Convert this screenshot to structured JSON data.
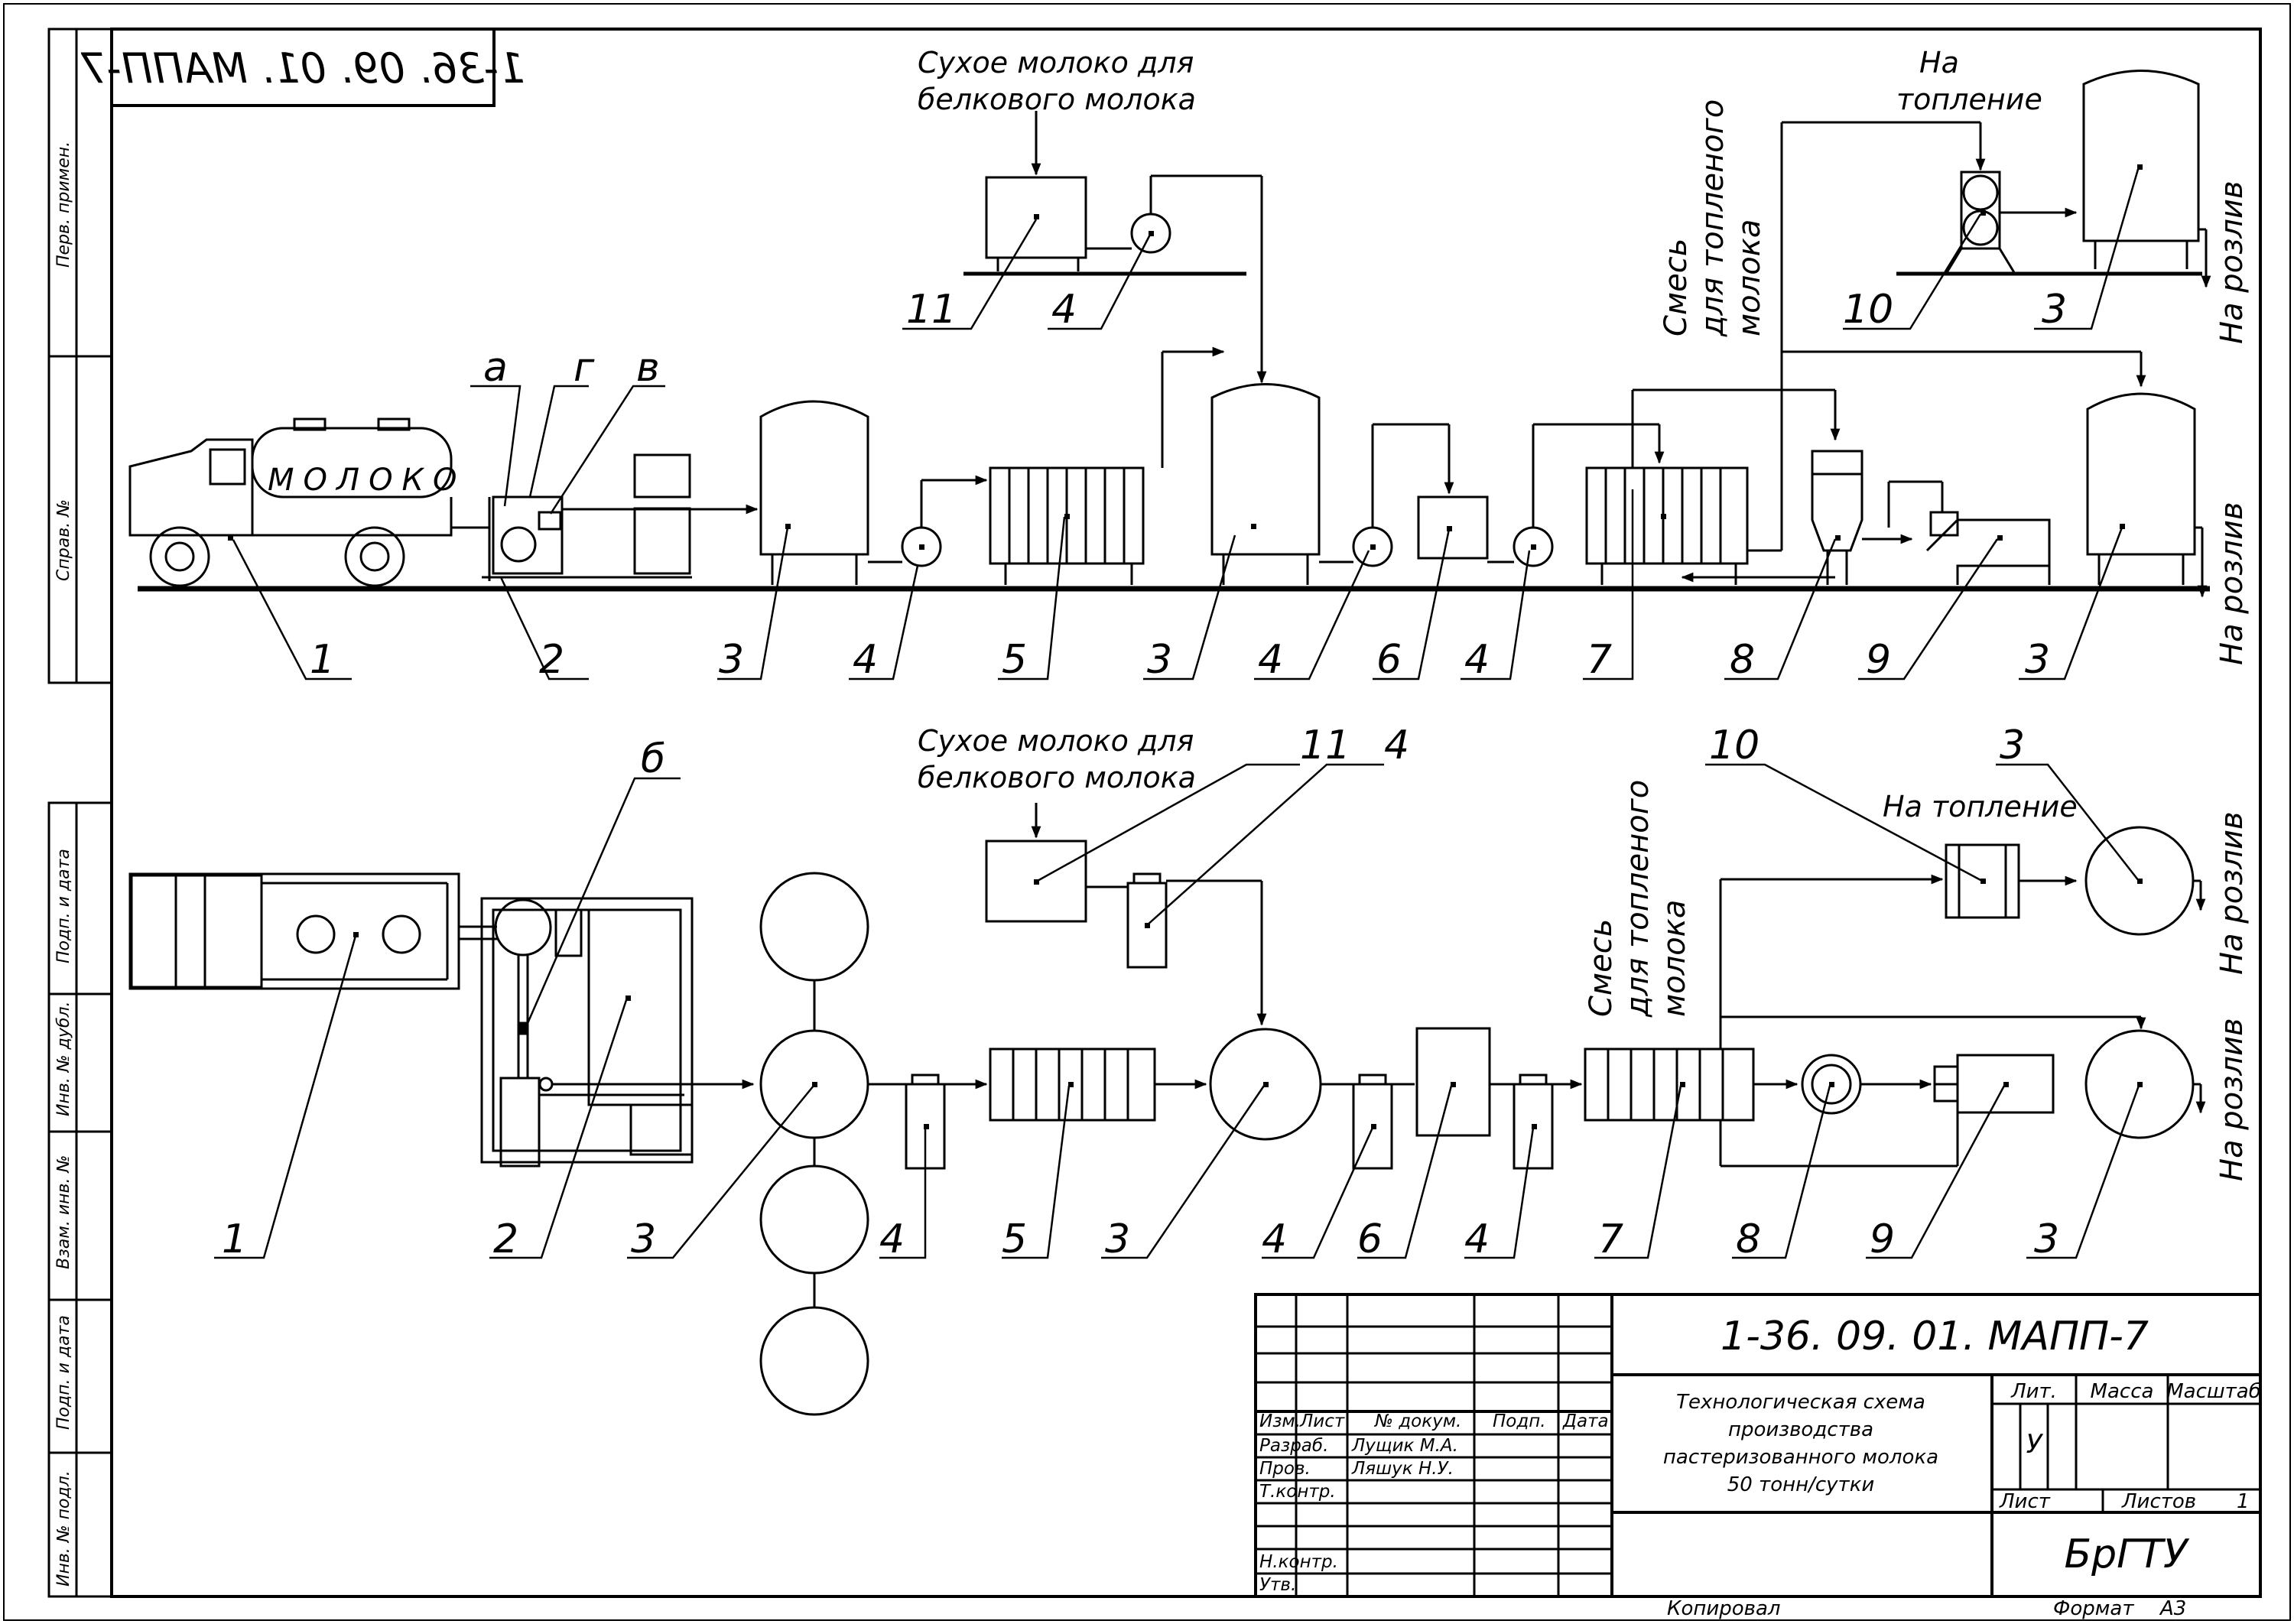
{
  "sheet": {
    "code": "1-36. 09. 01. МАПП-7",
    "code_mirrored": "1-36. 09. 01. МАПП-7"
  },
  "side_stamp": [
    "Перв. примен.",
    "Справ. №",
    "Подп. и дата",
    "Инв. № дубл.",
    "Взам. инв. №",
    "Подп. и дата",
    "Инв. № подл."
  ],
  "elevation": {
    "truck_label": "МОЛОКО",
    "dry_milk": [
      "Сухое молоко для",
      "белкового молока"
    ],
    "to_baking": [
      "На",
      "топление"
    ],
    "mix": [
      "Смесь",
      "для топленого",
      "молока"
    ],
    "to_filling_1": "На розлив",
    "to_filling_2": "На розлив",
    "letters": [
      "а",
      "г",
      "в"
    ],
    "numbers": [
      "1",
      "2",
      "3",
      "4",
      "5",
      "3",
      "4",
      "6",
      "4",
      "7",
      "8",
      "9",
      "3"
    ],
    "top_numbers": [
      "11",
      "4",
      "10",
      "3"
    ]
  },
  "plan": {
    "dry_milk": [
      "Сухое молоко для",
      "белкового молока"
    ],
    "to_baking": "На топление",
    "mix": [
      "Смесь",
      "для топленого",
      "молока"
    ],
    "to_filling_1": "На розлив",
    "to_filling_2": "На розлив",
    "letter": "б",
    "numbers": [
      "1",
      "2",
      "3",
      "4",
      "5",
      "3",
      "4",
      "6",
      "4",
      "7",
      "8",
      "9",
      "3"
    ],
    "top_numbers": [
      "11",
      "4",
      "10",
      "3"
    ]
  },
  "title_block": {
    "headers": [
      "Изм.",
      "Лист",
      "№ докум.",
      "Подп.",
      "Дата"
    ],
    "rows": [
      {
        "role": "Разраб.",
        "name": "Лущик М.А."
      },
      {
        "role": "Пров.",
        "name": "Ляшук Н.У."
      },
      {
        "role": "Т.контр.",
        "name": ""
      },
      {
        "role": "Н.контр.",
        "name": ""
      },
      {
        "role": "Утв.",
        "name": ""
      }
    ],
    "title": [
      "Технологическая схема",
      "производства",
      "пастеризованного молока",
      "50 тонн/сутки"
    ],
    "lit": "Лит.",
    "mass": "Масса",
    "scale": "Масштаб",
    "lit_value": "У",
    "sheet": "Лист",
    "sheets": "Листов",
    "sheets_value": "1",
    "org": "БрГТУ",
    "copied": "Копировал",
    "format_label": "Формат",
    "format_value": "А3"
  },
  "colors": {
    "ink": "#000000",
    "paper": "#ffffff"
  }
}
